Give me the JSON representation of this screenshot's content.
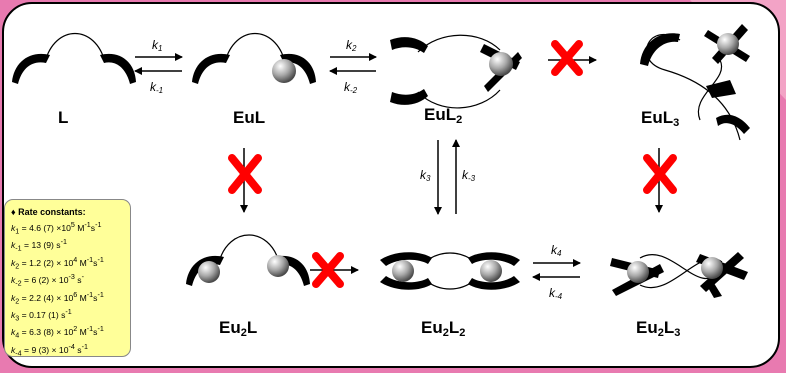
{
  "species": {
    "L": "L",
    "EuL": "EuL",
    "EuL2": {
      "base": "EuL",
      "sub": "2"
    },
    "EuL3": {
      "base": "EuL",
      "sub": "3"
    },
    "Eu2L": {
      "base": "Eu",
      "sub1": "2",
      "tail": "L"
    },
    "Eu2L2": {
      "base": "Eu",
      "sub1": "2",
      "mid": "L",
      "sub2": "2"
    },
    "Eu2L3": {
      "base": "Eu",
      "sub1": "2",
      "mid": "L",
      "sub2": "3"
    }
  },
  "rates": {
    "k1": {
      "k": "k",
      "sub": "1"
    },
    "km1": {
      "k": "k",
      "sub": "-1"
    },
    "k2": {
      "k": "k",
      "sub": "2"
    },
    "km2": {
      "k": "k",
      "sub": "-2"
    },
    "k3": {
      "k": "k",
      "sub": "3"
    },
    "km3": {
      "k": "k",
      "sub": "-3"
    },
    "k4": {
      "k": "k",
      "sub": "4"
    },
    "km4": {
      "k": "k",
      "sub": "-4"
    }
  },
  "rate_box": {
    "title": "♦ Rate constants:",
    "lines": [
      {
        "k": "k",
        "sub": "1",
        "text": " = 4.6 (7) ×10",
        "exp": "5",
        "unit": " M",
        "u1": "-1",
        "unit2": "s",
        "u2": "-1"
      },
      {
        "k": "k",
        "sub": "-1",
        "text": " = 13 (9) s",
        "exp": "-1",
        "unit": "",
        "u1": "",
        "unit2": "",
        "u2": ""
      },
      {
        "k": "k",
        "sub": "2",
        "text": " = 1.2 (2) × 10",
        "exp": "4",
        "unit": " M",
        "u1": "-1",
        "unit2": "s",
        "u2": "-1"
      },
      {
        "k": "k",
        "sub": "-2",
        "text": " = 6 (2) × 10",
        "exp": "-3",
        "unit": " s",
        "u1": "-",
        "unit2": "",
        "u2": ""
      },
      {
        "k": "k",
        "sub": "2",
        "text": " = 2.2 (4) × 10",
        "exp": "6",
        "unit": " M",
        "u1": "-1",
        "unit2": "s",
        "u2": "-1"
      },
      {
        "k": "k",
        "sub": "3",
        "text": " = 0.17 (1) s",
        "exp": "-1",
        "unit": "",
        "u1": "",
        "unit2": "",
        "u2": ""
      },
      {
        "k": "k",
        "sub": "4",
        "text": " = 6.3 (8) × 10",
        "exp": "2",
        "unit": " M",
        "u1": "-1",
        "unit2": "s",
        "u2": "-1"
      },
      {
        "k": "k",
        "sub": "-4",
        "text": " = 9 (3) × 10",
        "exp": "-4",
        "unit": " s",
        "u1": "-1",
        "unit2": "",
        "u2": ""
      }
    ]
  },
  "colors": {
    "frame": "#e87ab0",
    "box": "#ffff99",
    "cross": "#ff0000",
    "sphere": "#9a9a9a"
  }
}
